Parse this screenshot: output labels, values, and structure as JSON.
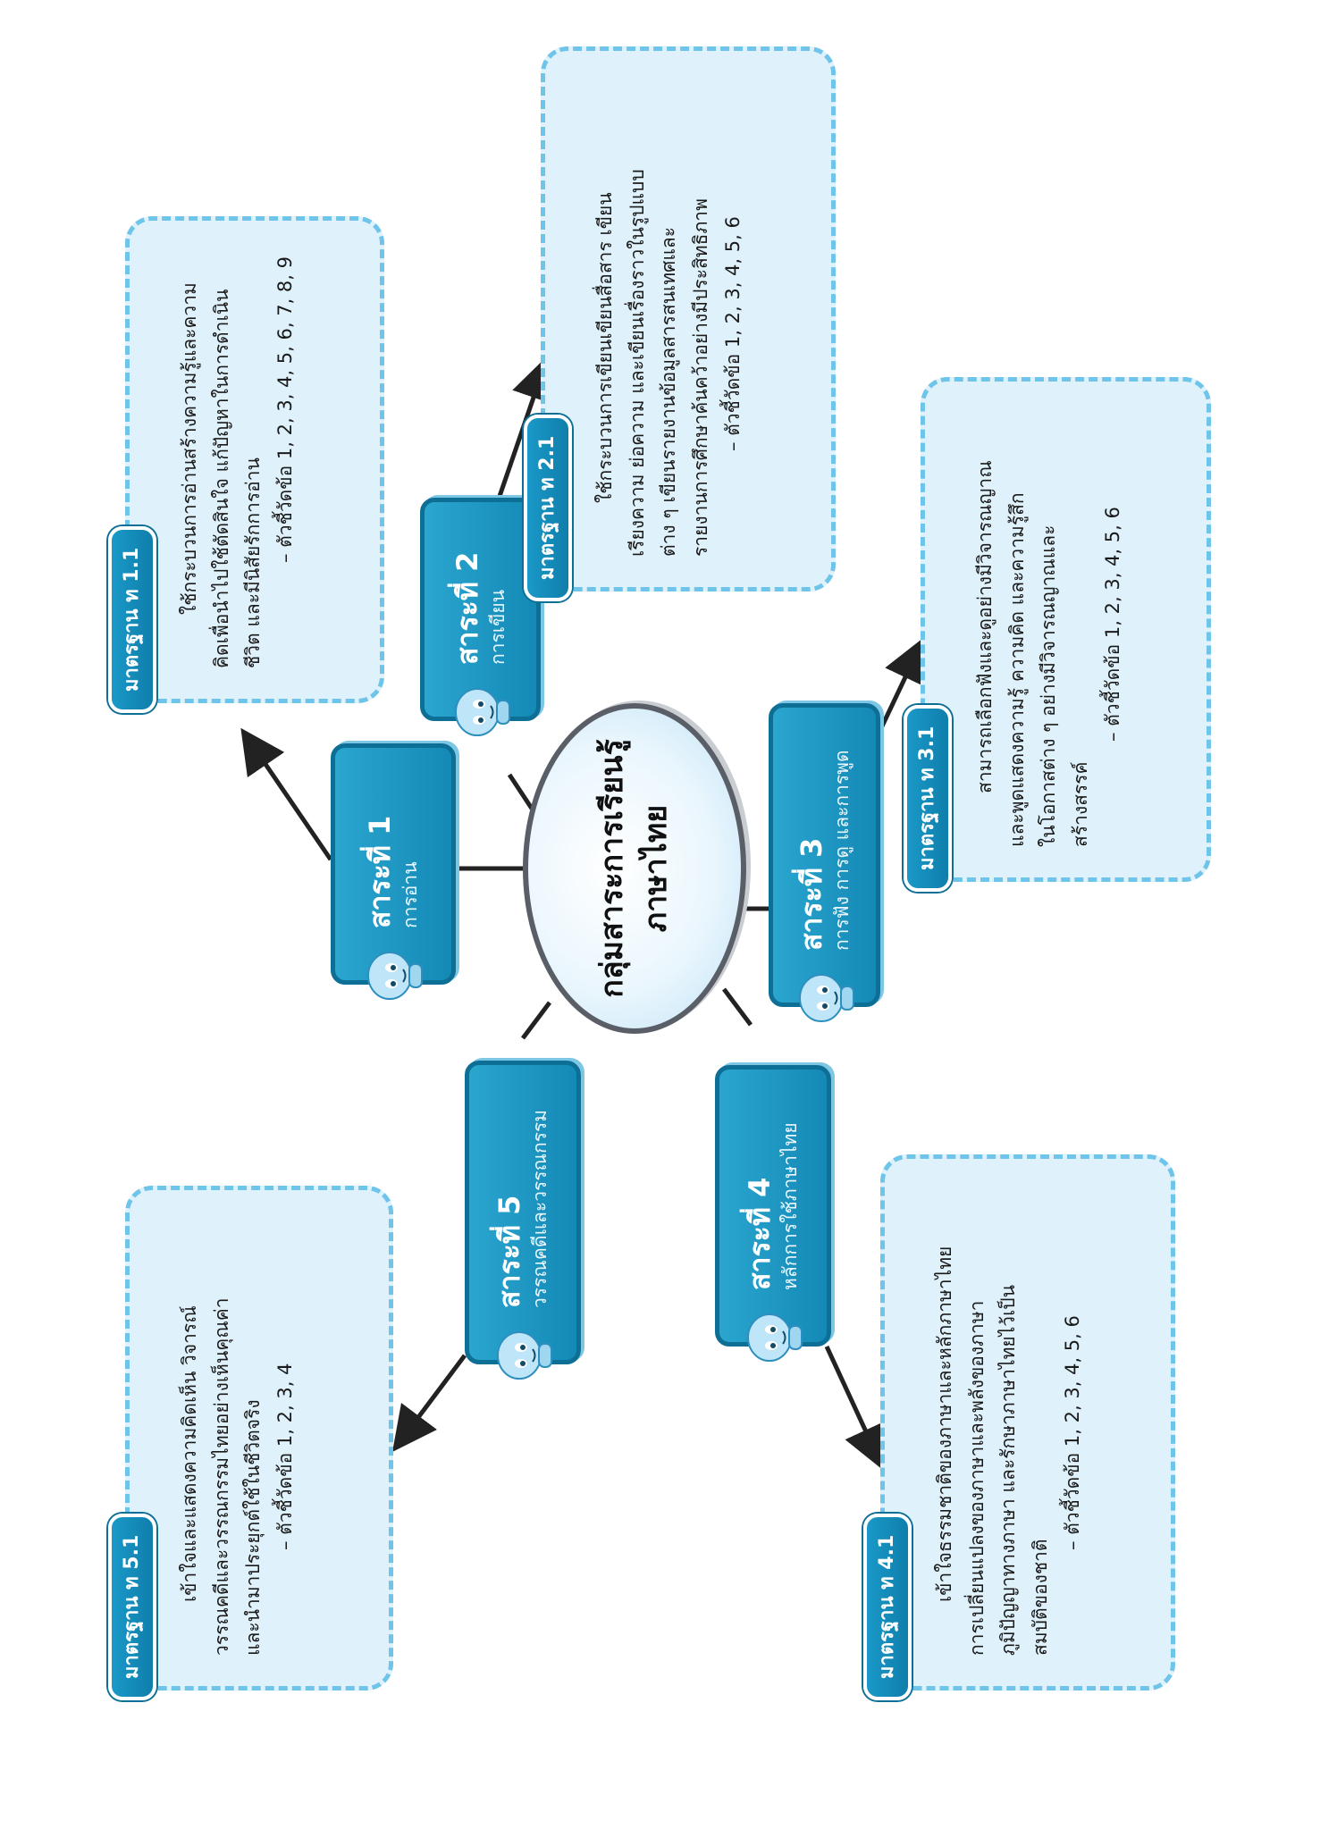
{
  "center": {
    "line1": "กลุ่มสาระการเรียนรู้",
    "line2": "ภาษาไทย"
  },
  "strands": [
    {
      "id": "1",
      "title": "สาระที่ 1",
      "subtitle": "การอ่าน"
    },
    {
      "id": "2",
      "title": "สาระที่ 2",
      "subtitle": "การเขียน"
    },
    {
      "id": "3",
      "title": "สาระที่ 3",
      "subtitle": "การฟัง การดู และการพูด"
    },
    {
      "id": "4",
      "title": "สาระที่ 4",
      "subtitle": "หลักการใช้ภาษาไทย"
    },
    {
      "id": "5",
      "title": "สาระที่ 5",
      "subtitle": "วรรณคดีและวรรณกรรม"
    }
  ],
  "standards": [
    {
      "label": "มาตรฐาน ท 1.1",
      "lines": [
        "ใช้กระบวนการอ่านสร้างความรู้และความ",
        "คิดเพื่อนำไปใช้ตัดสินใจ แก้ปัญหาในการดำเนิน",
        "ชีวิต และมีนิสัยรักการอ่าน"
      ],
      "indicators": "– ตัวชี้วัดข้อ 1, 2, 3, 4, 5, 6, 7, 8, 9"
    },
    {
      "label": "มาตรฐาน ท 2.1",
      "lines": [
        "ใช้กระบวนการเขียนเขียนสื่อสาร เขียน",
        "เรียงความ ย่อความ และเขียนเรื่องราวในรูปแบบ",
        "ต่าง ๆ เขียนรายงานข้อมูลสารสนเทศและ",
        "รายงานการศึกษาค้นคว้าอย่างมีประสิทธิภาพ"
      ],
      "indicators": "– ตัวชี้วัดข้อ 1, 2, 3, 4, 5, 6"
    },
    {
      "label": "มาตรฐาน ท 3.1",
      "lines": [
        "สามารถเลือกฟังและดูอย่างมีวิจารณญาณ",
        "และพูดแสดงความรู้ ความคิด และความรู้สึก",
        "ในโอกาสต่าง ๆ อย่างมีวิจารณญาณและ",
        "สร้างสรรค์"
      ],
      "indicators": "– ตัวชี้วัดข้อ 1, 2, 3, 4, 5, 6"
    },
    {
      "label": "มาตรฐาน ท 4.1",
      "lines": [
        "เข้าใจธรรมชาติของภาษาและหลักภาษาไทย",
        "การเปลี่ยนแปลงของภาษาและพลังของภาษา",
        "ภูมิปัญญาทางภาษา และรักษาภาษาไทยไว้เป็น",
        "สมบัติของชาติ"
      ],
      "indicators": "– ตัวชี้วัดข้อ 1, 2, 3, 4, 5, 6"
    },
    {
      "label": "มาตรฐาน ท 5.1",
      "lines": [
        "เข้าใจและแสดงความคิดเห็น วิจารณ์",
        "วรรณคดีและวรรณกรรมไทยอย่างเห็นคุณค่า",
        "และนำมาประยุกต์ใช้ในชีวิตจริง"
      ],
      "indicators": "– ตัวชี้วัดข้อ 1, 2, 3, 4"
    }
  ],
  "colors": {
    "node_fill": "#1a94c2",
    "node_border": "#0e6f96",
    "card_fill": "#dff1fb",
    "card_border": "#6fc4ea",
    "oval_border": "#5a5e66",
    "connector": "#222222"
  },
  "icons": {
    "mascot": "cartoon-child-mascot-icon"
  }
}
